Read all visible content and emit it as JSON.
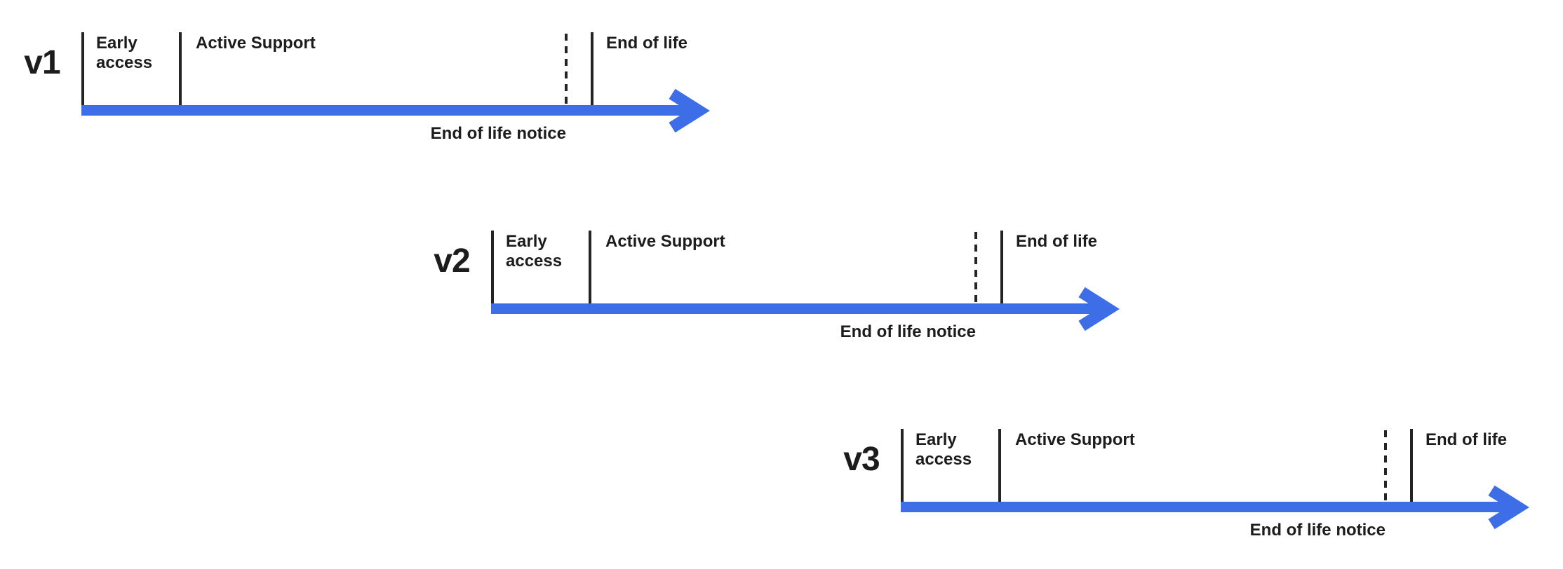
{
  "colors": {
    "arrow": "#3d6ee7",
    "text": "#1c1c1c",
    "line": "#242424"
  },
  "timelines": [
    {
      "version": "v1",
      "labels": {
        "early_access": "Early access",
        "active_support": "Active Support",
        "end_of_life": "End of life",
        "end_of_life_notice": "End of life notice"
      }
    },
    {
      "version": "v2",
      "labels": {
        "early_access": "Early access",
        "active_support": "Active Support",
        "end_of_life": "End of life",
        "end_of_life_notice": "End of life notice"
      }
    },
    {
      "version": "v3",
      "labels": {
        "early_access": "Early access",
        "active_support": "Active Support",
        "end_of_life": "End of life",
        "end_of_life_notice": "End of life notice"
      }
    }
  ]
}
